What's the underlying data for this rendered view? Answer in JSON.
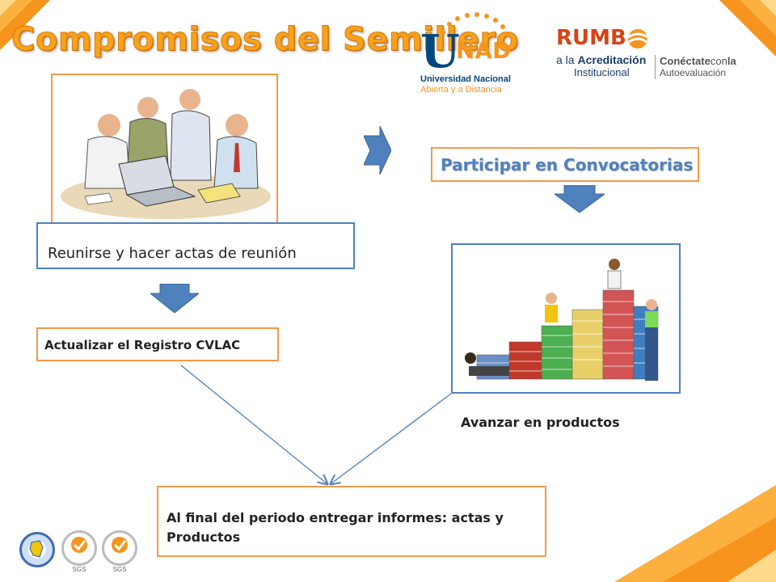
{
  "title": "Compromisos del Semillero",
  "logos": {
    "unad": {
      "u": "U",
      "nad": "NAD",
      "line1": "Universidad Nacional",
      "line2": "Abierta y a Distancia"
    },
    "rumbo": {
      "word": "RUMB",
      "line1_prefix": "a la",
      "line1_bold": "Acreditación",
      "line2": "Institucional",
      "right_bold": "Conéctate",
      "right_thin": "con",
      "right_bold2": "la",
      "right_line2": "Autoevaluación"
    },
    "seals": [
      "SGS",
      "SGS"
    ]
  },
  "boxes": {
    "meeting_label": "Reunirse y hacer actas de reunión",
    "cvlac": "Actualizar el Registro CVLAC",
    "convocatorias": "Participar en Convocatorias",
    "productos": "Avanzar en productos",
    "final": "Al final del periodo entregar informes: actas y Productos"
  },
  "colors": {
    "title_orange": "#f7a21b",
    "box_orange_border": "#f39a48",
    "box_blue_border": "#4f81bd",
    "arrow_blue": "#4f81bd",
    "convocatorias_text": "#4f81bd"
  },
  "icons": [
    "meeting-illustration",
    "books-students-illustration",
    "down-arrow-icon",
    "right-arrow-icon"
  ]
}
